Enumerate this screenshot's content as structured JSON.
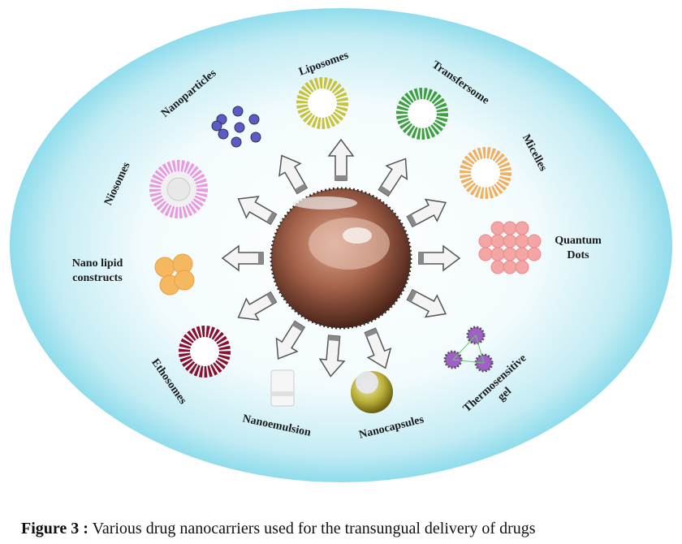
{
  "figure": {
    "center_image": "fingernail-photo",
    "nanocarriers": [
      {
        "id": "liposomes",
        "label": "Liposomes",
        "color": "#c8c23a"
      },
      {
        "id": "transfersome",
        "label": "Transfersome",
        "color": "#3f9e3f"
      },
      {
        "id": "micelles",
        "label": "Micelles",
        "color": "#f0b060"
      },
      {
        "id": "quantum-dots",
        "label": "Quantum",
        "label2": "Dots",
        "color": "#f4a6a6"
      },
      {
        "id": "thermosensitive-gel",
        "label": "Thermosensitive",
        "label2": "gel",
        "color": "#a060c8"
      },
      {
        "id": "nanocapsules",
        "label": "Nanocapsules",
        "color": "#a8a030"
      },
      {
        "id": "nanoemulsion",
        "label": "Nanoemulsion",
        "color": "#dddddd"
      },
      {
        "id": "ethosomes",
        "label": "Ethosomes",
        "color": "#8a1030"
      },
      {
        "id": "nano-lipid-constructs",
        "label": "Nano lipid",
        "label2": "constructs",
        "color": "#f5b860"
      },
      {
        "id": "niosomes",
        "label": "Niosomes",
        "color": "#e89ae0"
      },
      {
        "id": "nanoparticles",
        "label": "Nanoparticles",
        "color": "#5a5ac8"
      }
    ]
  },
  "caption": {
    "prefix": "Figure 3 :",
    "text": " Various drug nanocarriers used for the transungual delivery of drugs"
  }
}
